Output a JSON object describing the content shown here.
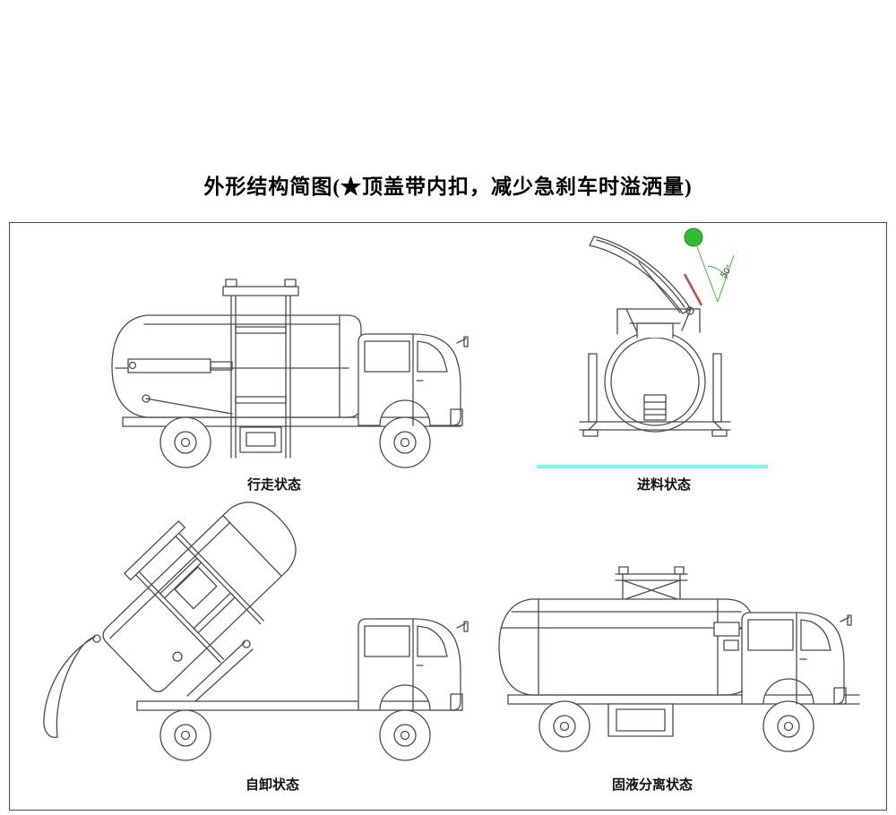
{
  "title": "外形结构简图(★顶盖带内扣，减少急刹车时溢洒量)",
  "labels": {
    "driving": "行走状态",
    "feeding": "进料状态",
    "dumping": "自卸状态",
    "separation": "固液分离状态"
  },
  "annotations": {
    "angle": "50°"
  },
  "colors": {
    "line": "#4b4b4b",
    "border": "#4a4a4a",
    "cyan_line": "#7cf4ef",
    "green": "#33bb33",
    "red": "#cc4444"
  }
}
